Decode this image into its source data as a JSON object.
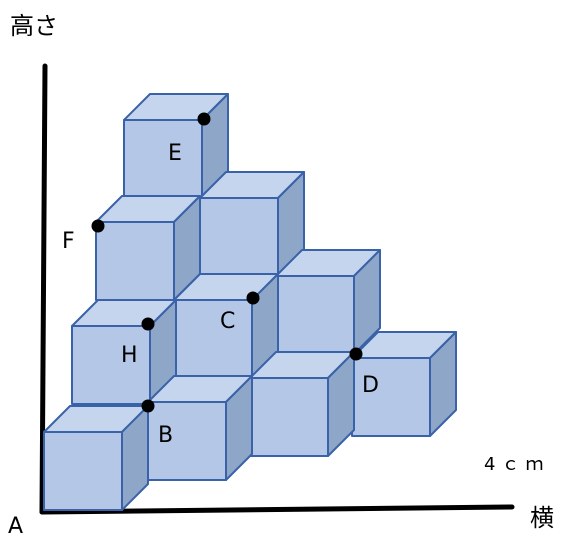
{
  "axis": {
    "vertical_label": "高さ",
    "horizontal_label": "横",
    "origin_label": "A"
  },
  "unit_label": "4ｃｍ",
  "points": {
    "E": "E",
    "F": "F",
    "C": "C",
    "H": "H",
    "D": "D",
    "B": "B"
  },
  "colors": {
    "cube_front": "#b4c7e7",
    "cube_top": "#c5d5ee",
    "cube_side": "#8ea6c8",
    "cube_edge": "#3a62a8",
    "axis": "#000000",
    "dot": "#000000"
  }
}
